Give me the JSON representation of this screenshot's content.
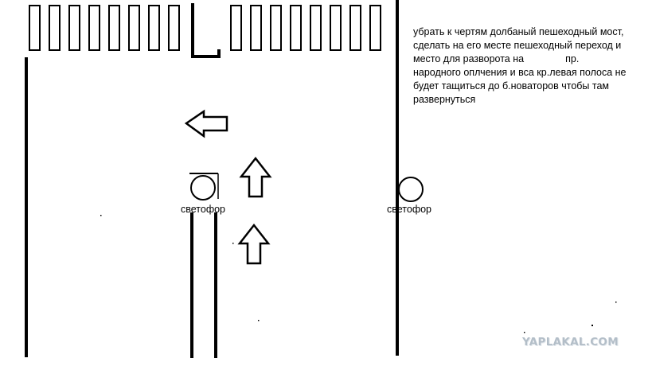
{
  "note": {
    "lines": [
      "убрать к чертям долбаный пешеходный мост,",
      "сделать на его месте пешеходный переход и",
      "место для разворота на               пр.",
      "народного оплчения и вса кр.левая полоса не",
      "будет тащиться до б.новаторов чтобы там",
      "развернуться"
    ]
  },
  "labels": {
    "traffic_light_left": "светофор",
    "traffic_light_right": "светофор"
  },
  "watermark": "YAPLAKAL.COM",
  "colors": {
    "ink": "#000000",
    "background": "#ffffff",
    "watermark": "#b3bec8"
  }
}
